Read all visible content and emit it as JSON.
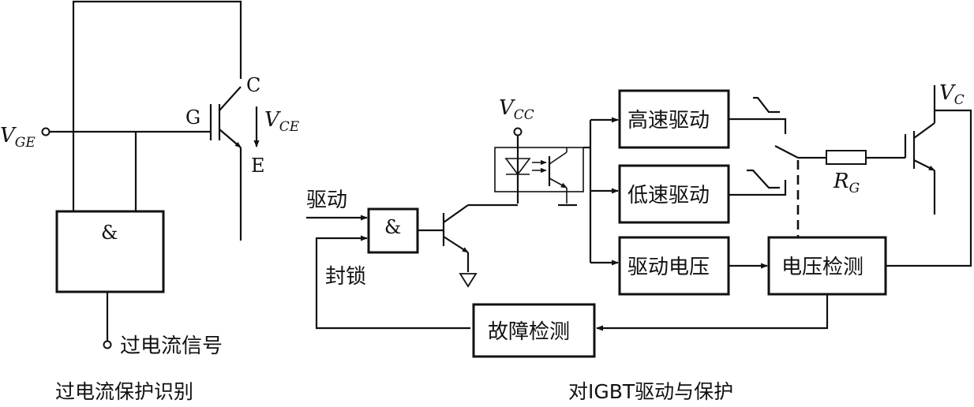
{
  "left": {
    "vge": {
      "main": "V",
      "sub": "GE"
    },
    "gate_label": "G",
    "collector_label": "C",
    "emitter_label": "E",
    "vce": {
      "main": "V",
      "sub": "CE"
    },
    "and_gate": "&",
    "signal_label": "过电流信号",
    "caption": "过电流保护识别"
  },
  "right": {
    "vcc": {
      "main": "V",
      "sub": "CC"
    },
    "drive_input": "驱动",
    "lock_input": "封锁",
    "and_gate": "&",
    "boxes": {
      "high_speed": "高速驱动",
      "low_speed": "低速驱动",
      "drive_voltage": "驱动电压",
      "voltage_detect": "电压检测",
      "fault_detect": "故障检测"
    },
    "rg": {
      "main": "R",
      "sub": "G"
    },
    "vc": {
      "main": "V",
      "sub": "C"
    },
    "caption": "对IGBT驱动与保护"
  }
}
